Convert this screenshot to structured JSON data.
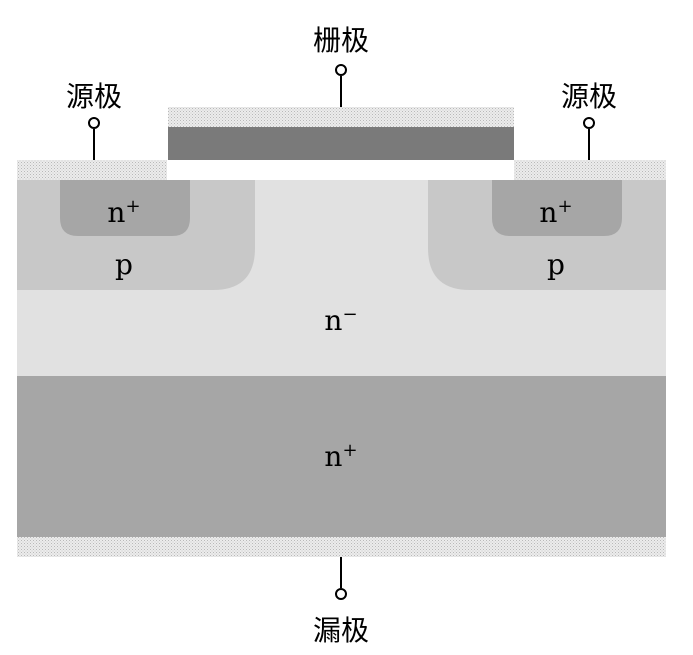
{
  "labels": {
    "gate": "栅极",
    "source_left": "源极",
    "source_right": "源极",
    "drain": "漏极"
  },
  "regions": {
    "n_plus_left": {
      "base": "n",
      "sup": "+"
    },
    "n_plus_right": {
      "base": "n",
      "sup": "+"
    },
    "p_left": {
      "base": "p"
    },
    "p_right": {
      "base": "p"
    },
    "n_minus": {
      "base": "n",
      "sup": "−"
    },
    "n_plus_substrate": {
      "base": "n",
      "sup": "+"
    }
  },
  "colors": {
    "metal_contact": "#e4e4e4",
    "gate_electrode": "#7a7a7a",
    "p_region": "#c8c8c8",
    "n_plus_region": "#a6a6a6",
    "n_minus_region": "#e1e1e1",
    "substrate": "#a6a6a6",
    "wire": "#000000"
  }
}
